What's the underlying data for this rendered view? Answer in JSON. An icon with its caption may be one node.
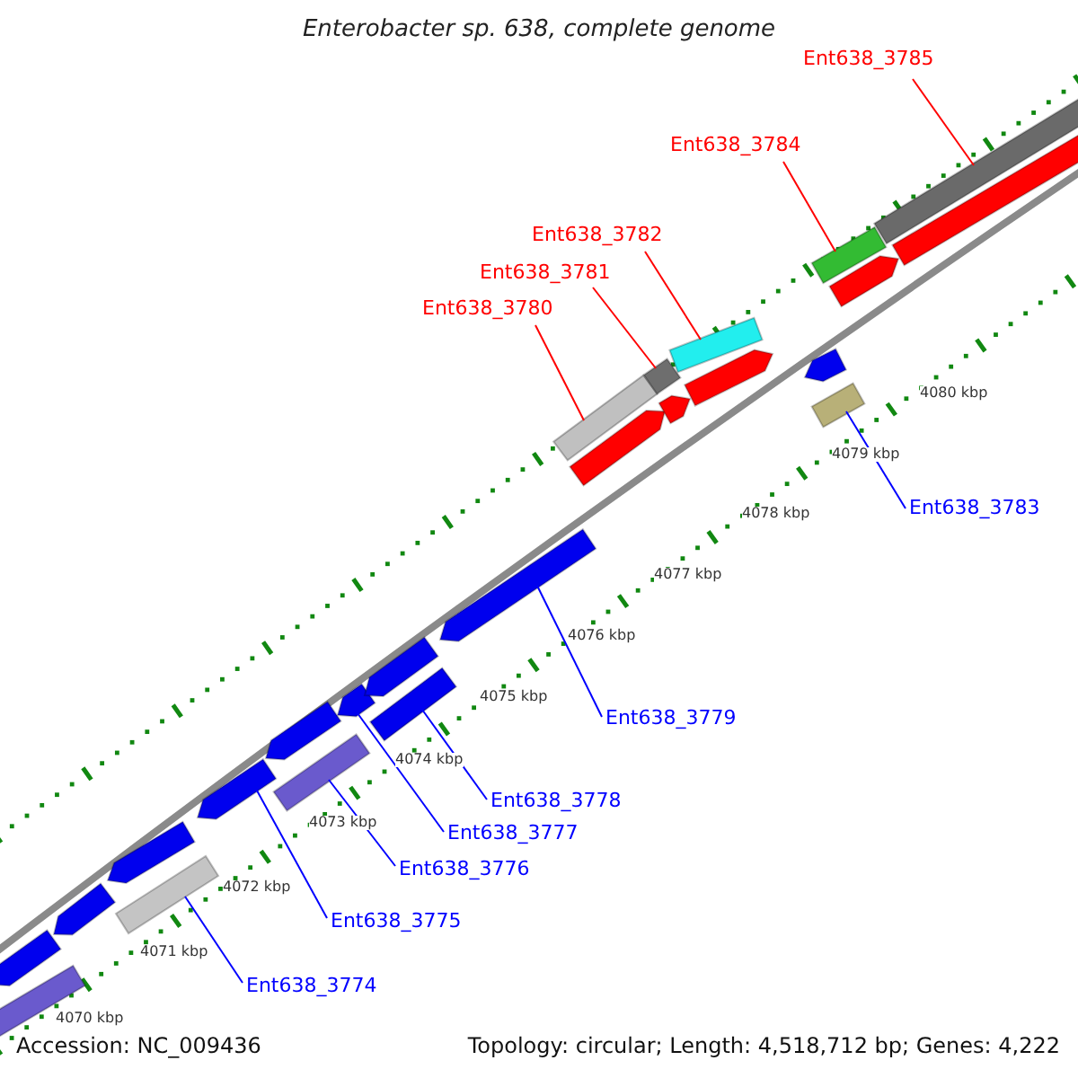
{
  "diagram": {
    "title": "Enterobacter sp. 638, complete genome",
    "nodes": [
      {
        "text": [
          "Ent638_3785"
        ]
      },
      {
        "text": [
          "Ent638_3784"
        ]
      },
      {
        "text": [
          "Ent638_3782"
        ]
      },
      {
        "text": [
          "Ent638_3781"
        ]
      },
      {
        "text": [
          "Ent638_3780"
        ]
      },
      {
        "text": [
          "Ent638_3783"
        ]
      },
      {
        "text": [
          "Ent638_3779"
        ]
      },
      {
        "text": [
          "Ent638_3778"
        ]
      },
      {
        "text": [
          "Ent638_3777"
        ]
      },
      {
        "text": [
          "Ent638_3776"
        ]
      },
      {
        "text": [
          "Ent638_3775"
        ]
      },
      {
        "text": [
          "Ent638_3774"
        ]
      },
      {
        "text": [],
        "shape": "arrow"
      },
      {
        "text": [],
        "shape": "bar"
      },
      {
        "text": [],
        "shape": "arrow"
      },
      {
        "text": [],
        "shape": "arrow"
      },
      {
        "text": [],
        "shape": "bar"
      },
      {
        "text": [],
        "shape": "arrow"
      },
      {
        "text": [],
        "shape": "arrow"
      },
      {
        "text": [],
        "shape": "bar"
      },
      {
        "text": [],
        "shape": "arrow"
      },
      {
        "text": [],
        "shape": "arrow"
      },
      {
        "text": [],
        "shape": "bar"
      },
      {
        "text": [],
        "shape": "arrow"
      },
      {
        "text": [],
        "shape": "bar"
      },
      {
        "text": [],
        "shape": "arrow"
      },
      {
        "text": [],
        "shape": "bar"
      },
      {
        "text": [],
        "shape": "arrow"
      },
      {
        "text": [],
        "shape": "bar"
      },
      {
        "text": [],
        "shape": "arrow"
      },
      {
        "text": [],
        "shape": "arrow"
      },
      {
        "text": [],
        "shape": "bar"
      },
      {
        "text": [],
        "shape": "bar"
      },
      {
        "text": [],
        "shape": "arrow"
      },
      {
        "text": [],
        "shape": "bar"
      },
      {
        "text": [],
        "shape": "bar"
      }
    ],
    "edges": [
      {
        "from": 0,
        "to": 34,
        "arrow": "none",
        "color": "#ff0000"
      },
      {
        "from": 1,
        "to": 31,
        "arrow": "none",
        "color": "#ff0000"
      },
      {
        "from": 2,
        "to": 28,
        "arrow": "none",
        "color": "#ff0000"
      },
      {
        "from": 3,
        "to": 26,
        "arrow": "none",
        "color": "#ff0000"
      },
      {
        "from": 4,
        "to": 24,
        "arrow": "none",
        "color": "#ff0000"
      },
      {
        "from": 5,
        "to": 32,
        "arrow": "none"
      },
      {
        "from": 6,
        "to": 23,
        "arrow": "none"
      },
      {
        "from": 7,
        "to": 22,
        "arrow": "none"
      },
      {
        "from": 8,
        "to": 20,
        "arrow": "none"
      },
      {
        "from": 9,
        "to": 19,
        "arrow": "none"
      },
      {
        "from": 10,
        "to": 17,
        "arrow": "none"
      },
      {
        "from": 11,
        "to": 16,
        "arrow": "none"
      }
    ],
    "labels": [
      "4080 kbp",
      "4079 kbp",
      "4078 kbp",
      "4077 kbp",
      "4076 kbp",
      "4075 kbp",
      "4074 kbp",
      "4073 kbp",
      "4072 kbp",
      "4071 kbp",
      "4070 kbp",
      "Accession: NC_009436",
      "Topology: circular; Length: 4,518,712 bp; Genes: 4,222"
    ]
  }
}
